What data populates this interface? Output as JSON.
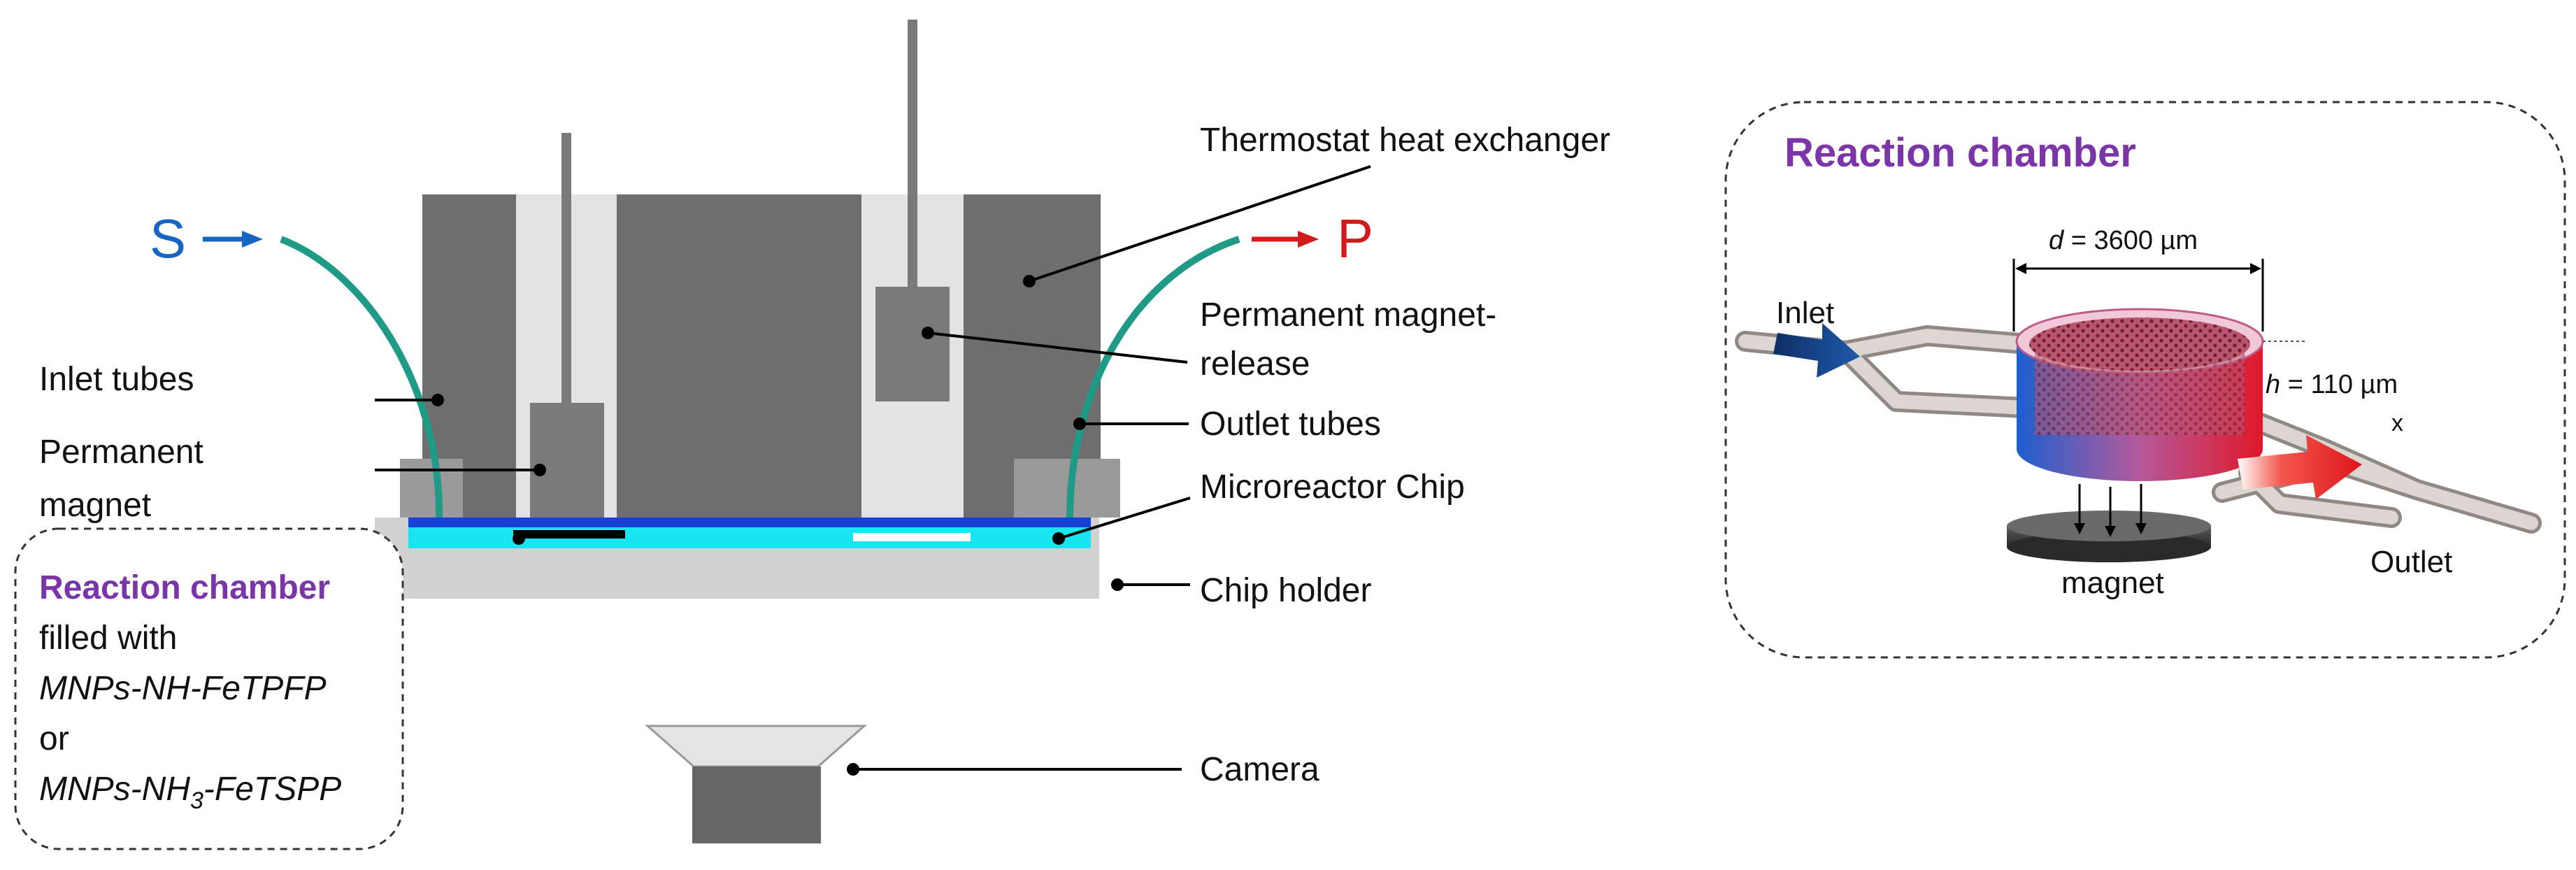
{
  "colors": {
    "dark_block": "#6e6e6e",
    "mid_block": "#808080",
    "light_block": "#e3e3e3",
    "tube": "#1f9a86",
    "chip_blue": "#1640d8",
    "chamber_cyan": "#19e4f2",
    "holder": "#d2d2d2",
    "purple_label": "#7B35A8",
    "s_blue": "#1566c4",
    "p_red": "#d11a1a"
  },
  "setup": {
    "s_label": "S",
    "p_label": "P",
    "labels": {
      "thermostat": "Thermostat heat exchanger",
      "magnet_release_1": "Permanent magnet-",
      "magnet_release_2": "release",
      "inlet_tubes": "Inlet tubes",
      "outlet_tubes": "Outlet tubes",
      "permanent_magnet_1": "Permanent",
      "permanent_magnet_2": "magnet",
      "microreactor_chip": "Microreactor Chip",
      "chip_holder": "Chip holder",
      "camera": "Camera"
    }
  },
  "chamber_note": {
    "title": "Reaction chamber",
    "line2": "filled with",
    "line3": "MNPs-NH-FeTPFP",
    "line4": "or",
    "line5_pre": "MNPs-NH",
    "line5_sub": "3",
    "line5_post": "-FeTSPP"
  },
  "inset": {
    "title": "Reaction chamber",
    "d_var": "d",
    "d_value": " = 3600 µm",
    "h_var": "h",
    "h_value": " = 110 µm",
    "inlet": "Inlet",
    "outlet": "Outlet",
    "magnet": "magnet",
    "x_mark": "x"
  }
}
